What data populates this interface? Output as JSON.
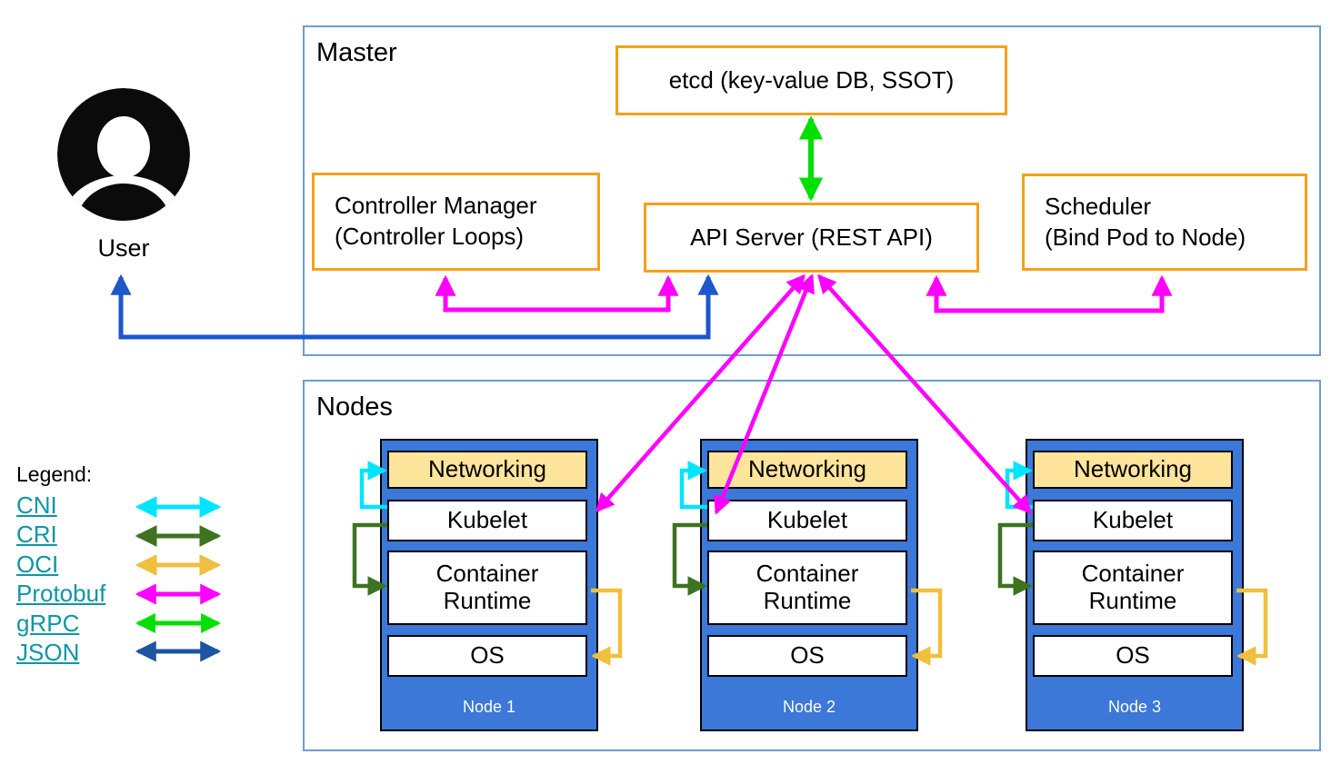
{
  "master": {
    "title": "Master",
    "etcd_label": "etcd (key-value DB, SSOT)",
    "controller_manager": {
      "line1": "Controller Manager",
      "line2": "(Controller Loops)"
    },
    "api_server_label": "API Server (REST API)",
    "scheduler": {
      "line1": "Scheduler",
      "line2": "(Bind Pod to Node)"
    }
  },
  "user": {
    "label": "User"
  },
  "nodes_section": {
    "title": "Nodes",
    "nodes": [
      {
        "name": "Node 1",
        "layers": [
          "Networking",
          "Kubelet",
          "Container Runtime",
          "OS"
        ]
      },
      {
        "name": "Node 2",
        "layers": [
          "Networking",
          "Kubelet",
          "Container Runtime",
          "OS"
        ]
      },
      {
        "name": "Node 3",
        "layers": [
          "Networking",
          "Kubelet",
          "Container Runtime",
          "OS"
        ]
      }
    ]
  },
  "legend": {
    "title": "Legend:",
    "items": [
      {
        "label": "CNI",
        "color": "#00E5FF"
      },
      {
        "label": "CRI",
        "color": "#3E7320"
      },
      {
        "label": "OCI",
        "color": "#EFBF3F"
      },
      {
        "label": "Protobuf",
        "color": "#FF00FF"
      },
      {
        "label": "gRPC",
        "color": "#00E000"
      },
      {
        "label": "JSON",
        "color": "#1D55A0"
      }
    ]
  },
  "colors": {
    "orange_border": "#F5A01B",
    "section_border": "#6E9CD2",
    "node_fill": "#3B78D8",
    "networking_fill": "#FFE59B",
    "link_teal": "#0D96A5",
    "cni": "#00E5FF",
    "cri": "#3E7320",
    "oci": "#EFBF3F",
    "protobuf": "#FF00FF",
    "grpc": "#00E000",
    "json": "#1D55A0",
    "user_arrow": "#1E56CC"
  }
}
